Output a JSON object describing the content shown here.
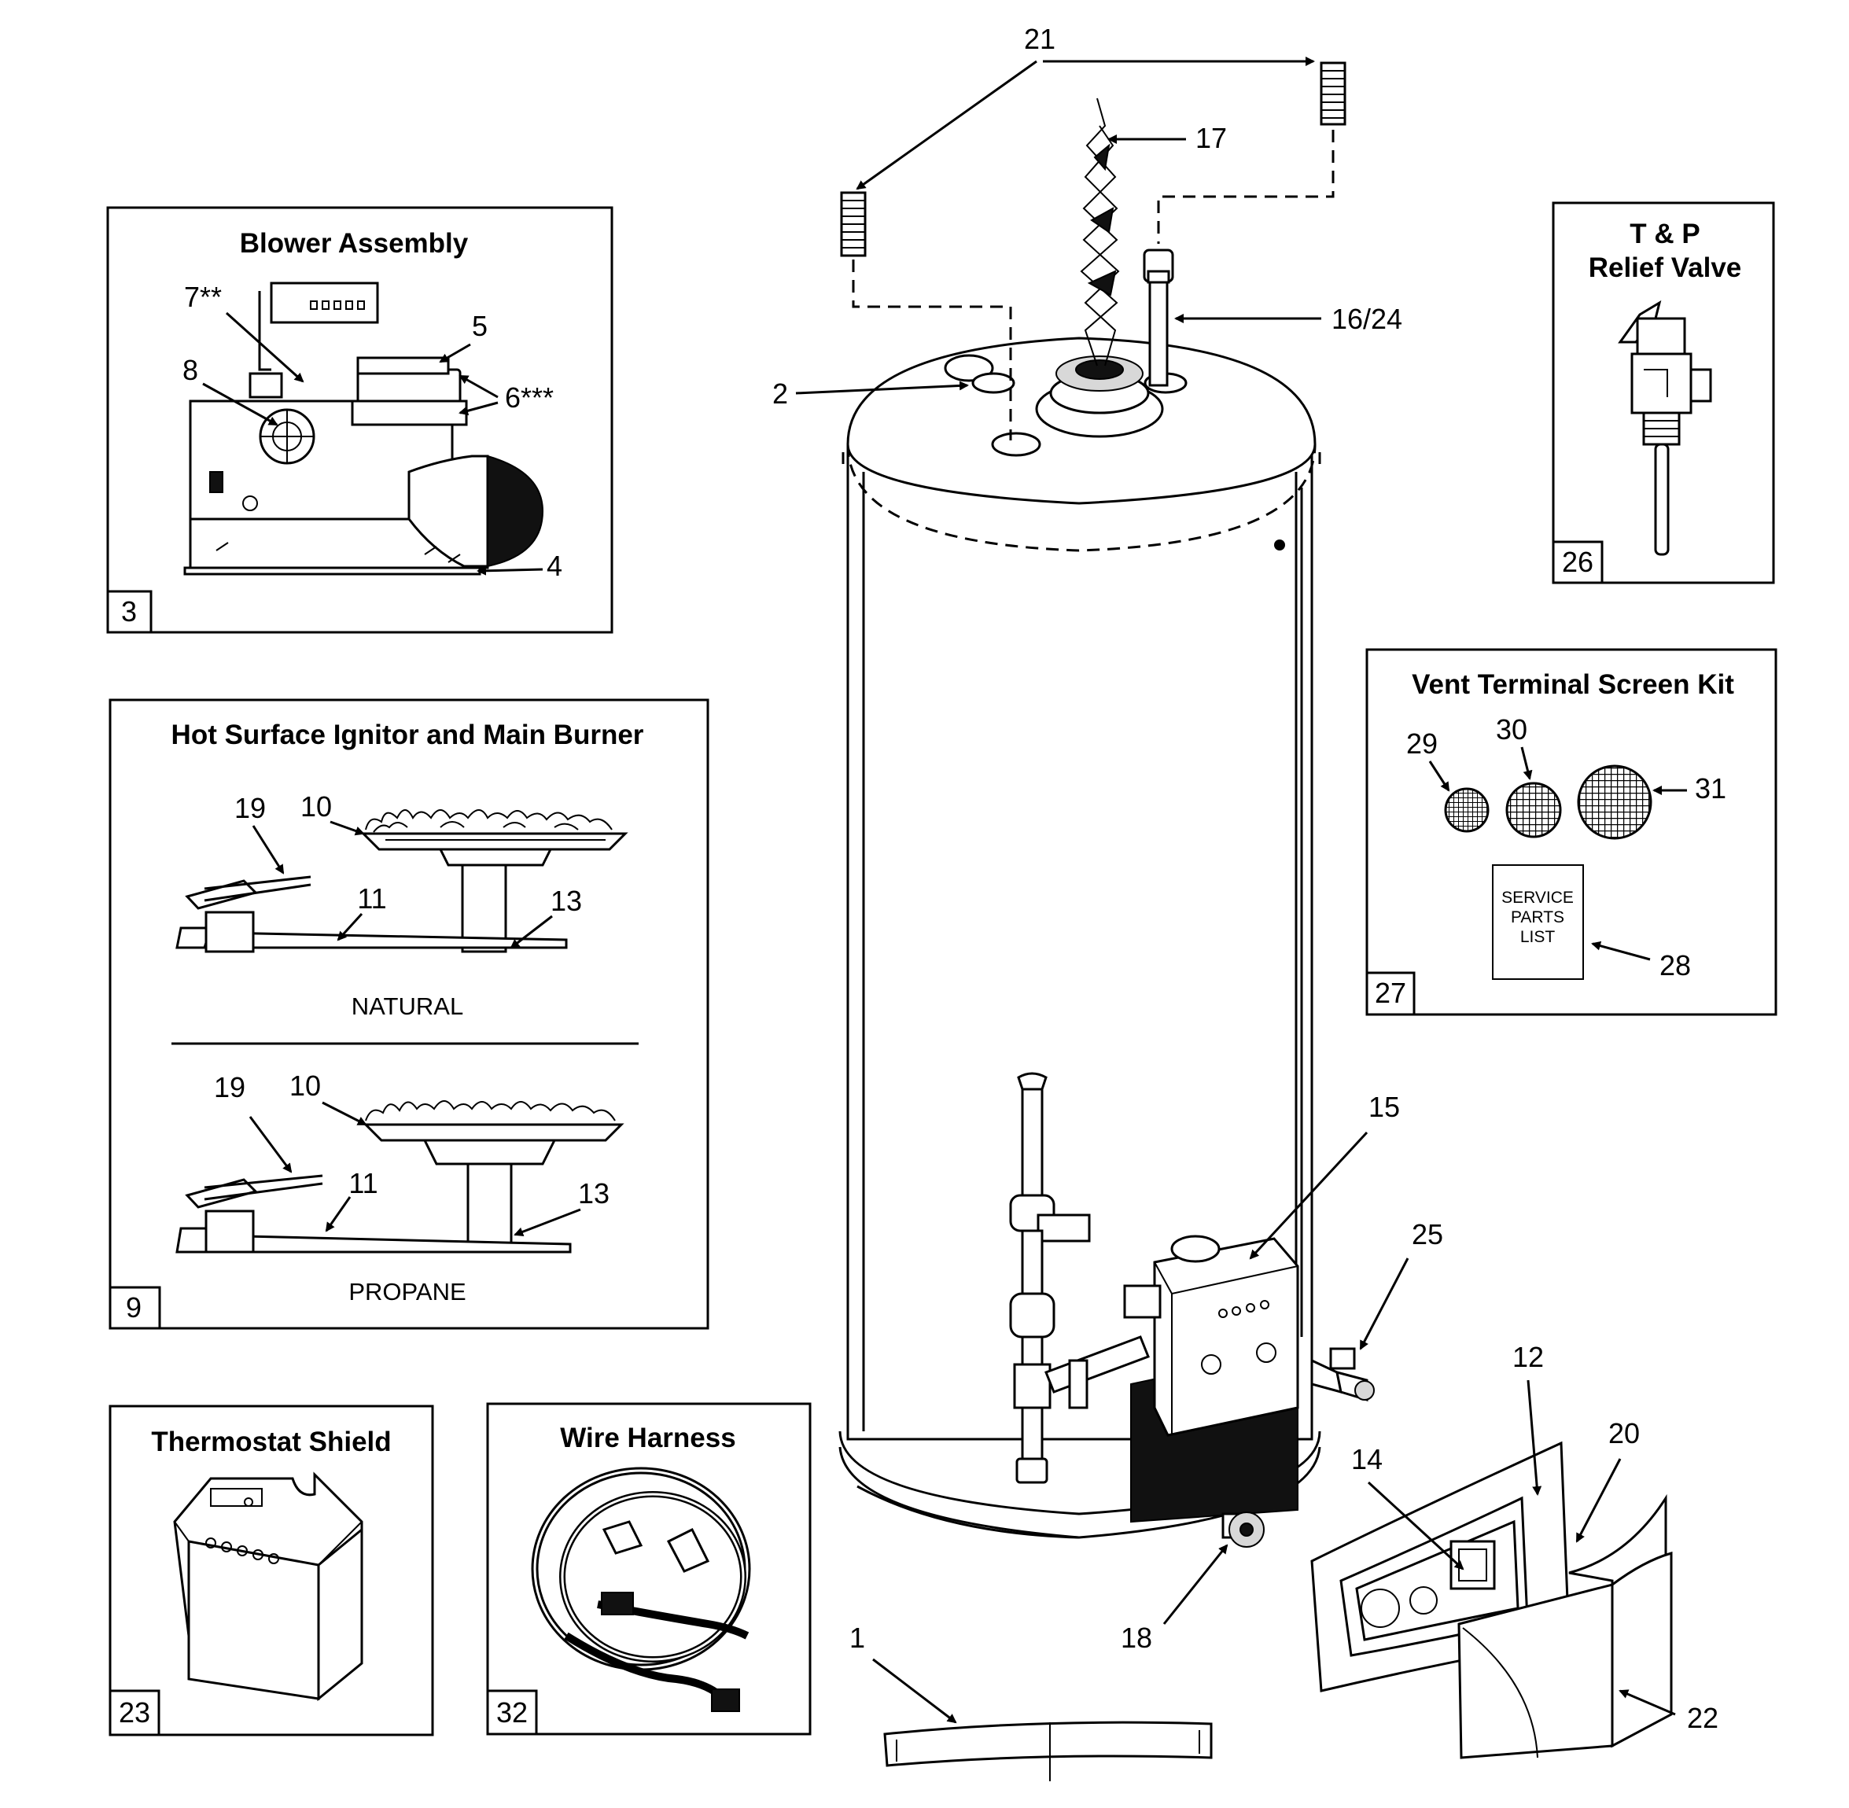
{
  "panels": {
    "blower": {
      "title": "Blower Assembly",
      "number": "3",
      "labels": {
        "l7": "7**",
        "l5": "5",
        "l8": "8",
        "l6": "6***",
        "l4": "4"
      }
    },
    "ignitor": {
      "title": "Hot Surface Ignitor and Main Burner",
      "number": "9",
      "natural_caption": "NATURAL",
      "propane_caption": "PROPANE",
      "labels": {
        "n19": "19",
        "n10": "10",
        "n11": "11",
        "n13": "13",
        "p19": "19",
        "p10": "10",
        "p11": "11",
        "p13": "13"
      }
    },
    "thermostat": {
      "title": "Thermostat Shield",
      "number": "23"
    },
    "harness": {
      "title": "Wire Harness",
      "number": "32"
    },
    "tp_valve": {
      "title_line1": "T & P",
      "title_line2": "Relief  Valve",
      "number": "26"
    },
    "vent_kit": {
      "title": "Vent Terminal Screen Kit",
      "number": "27",
      "labels": {
        "l29": "29",
        "l30": "30",
        "l31": "31",
        "l28": "28"
      },
      "service_list": [
        "SERVICE",
        "PARTS",
        "LIST"
      ]
    }
  },
  "callouts": {
    "c21": "21",
    "c17": "17",
    "c16_24": "16/24",
    "c2": "2",
    "c15": "15",
    "c25": "25",
    "c12": "12",
    "c20": "20",
    "c14": "14",
    "c18": "18",
    "c1": "1",
    "c22": "22"
  },
  "colors": {
    "line": "#000000",
    "background": "#ffffff"
  }
}
